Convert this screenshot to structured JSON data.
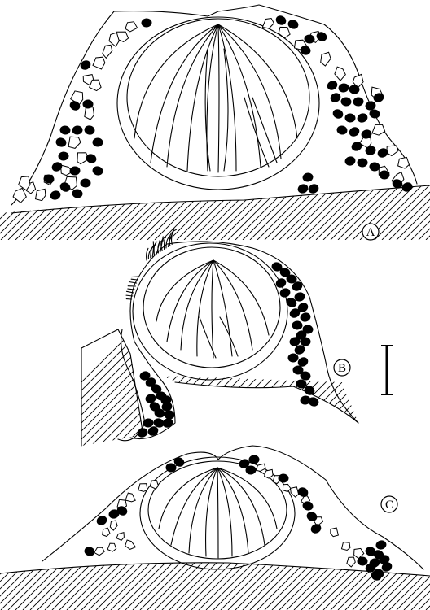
{
  "figure": {
    "panels": [
      {
        "id": "A",
        "label": "A"
      },
      {
        "id": "B",
        "label": "B"
      },
      {
        "id": "C",
        "label": "C"
      }
    ],
    "scale_bar": {
      "label": ""
    }
  }
}
